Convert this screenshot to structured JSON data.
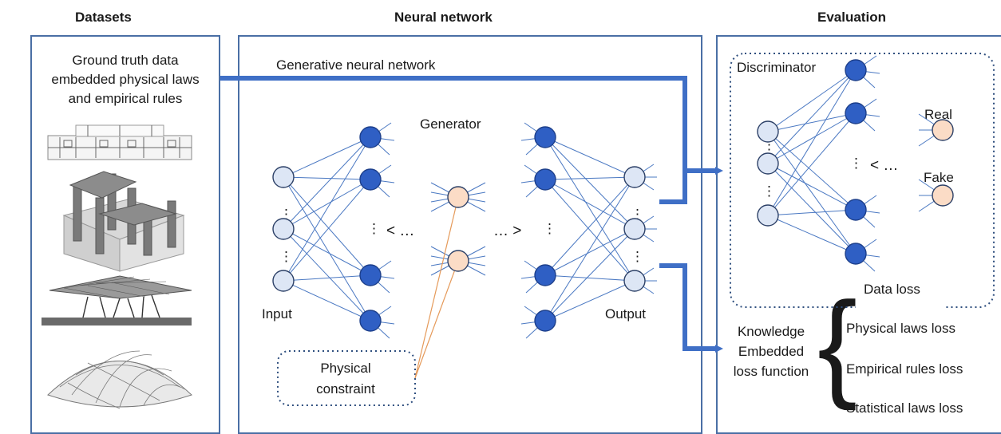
{
  "headers": {
    "datasets": "Datasets",
    "neural_network": "Neural network",
    "evaluation": "Evaluation"
  },
  "datasets": {
    "caption_line1": "Ground truth data",
    "caption_line2": "embedded physical laws",
    "caption_line3": "and empirical rules",
    "images": [
      "floor-plan-drawing",
      "frame-structure-model",
      "grid-canopy-structure",
      "shell-dome-surface"
    ]
  },
  "network": {
    "title": "Generative neural network",
    "generator_label": "Generator",
    "input_label": "Input",
    "output_label": "Output",
    "constraint_line1": "Physical",
    "constraint_line2": "constraint",
    "ellipsis_vertical": "⋮",
    "ellipsis_h_left": "<  …",
    "ellipsis_h_right": "…  >"
  },
  "evaluation": {
    "discriminator_label": "Discriminator",
    "real_label": "Real",
    "fake_label": "Fake",
    "ellipsis_h": "<  …",
    "data_loss_label": "Data loss",
    "knowledge_line1": "Knowledge",
    "knowledge_line2": "Embedded",
    "knowledge_line3": "loss function",
    "brace": "{",
    "losses": [
      "Physical laws loss",
      "Empirical rules loss",
      "Statistical laws loss"
    ]
  },
  "colors": {
    "panel_border": "#4a6fa5",
    "arrow": "#3f6fc6",
    "edge": "#4a78c2",
    "node_light": "#dde6f5",
    "node_dark": "#2f5fc4",
    "node_peach": "#fbdcc6",
    "constraint_line": "#e59a5a"
  }
}
